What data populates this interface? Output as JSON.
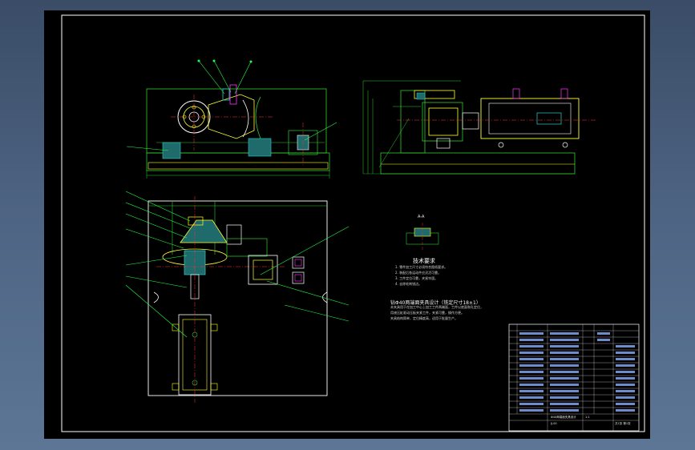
{
  "colors": {
    "background": "#4a5f7d",
    "sheet": "#000000",
    "frame": "#ffffff",
    "geometry_green": "#33cc33",
    "geometry_yellow": "#ffff33",
    "hatch_cyan": "#33cccc",
    "leader_green": "#22ff44",
    "centerline_red": "#ff3333",
    "part_magenta": "#ff33ff"
  },
  "technical_notes": {
    "title": "技术要求",
    "items": [
      "1. 零件加工尺寸必须符合图纸要求。",
      "2. 装配后各运动件应灵活可靠。",
      "3. 工件定位可靠，夹紧牢固。",
      "4. 去除毛刺锐边。"
    ]
  },
  "design_note": {
    "title": "钻Φ40两端面夹具设计（铣定尺寸18±1）",
    "lines": [
      "本夹具用于在加工中心上加工工件两端面，工件以底面和孔定位，",
      "用液压缸驱动压板夹紧工件，夹紧可靠，操作方便。",
      "夹具结构简单，定位精度高，适用于批量生产。"
    ]
  },
  "section_label": "A-A",
  "title_block": {
    "drawing_title": "Φ40两端面夹具设计",
    "drawing_code": "JJ-00",
    "scale": "1:1",
    "sheet_info": "共1张 第1张"
  },
  "icons": [
    "leader-arrow-icon",
    "hex-nut-icon",
    "bolt-icon",
    "cylinder-icon"
  ]
}
